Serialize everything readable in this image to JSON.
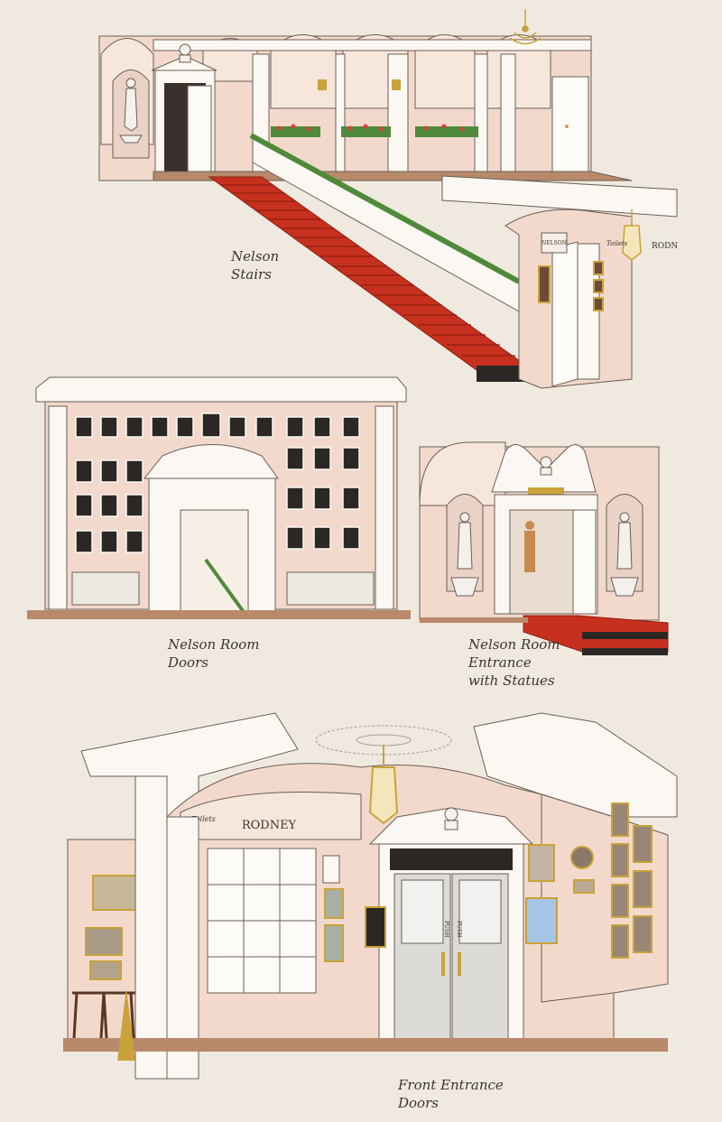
{
  "colors": {
    "background": "#efe9df",
    "wall_pink": "#f2d9cc",
    "wall_pink_dark": "#e8c3b1",
    "trim_white": "#fbf8f3",
    "line": "#6b5e55",
    "carpet_red": "#c7301e",
    "carpet_dark": "#8f1f13",
    "wood": "#8a5a3a",
    "gold": "#c9a23a",
    "greenery": "#4f8a3a",
    "flower_red": "#d4443a",
    "frame_dark": "#2b2724",
    "floor": "#b8896a"
  },
  "captions": {
    "stairs": [
      "Nelson",
      "Stairs"
    ],
    "room_doors": [
      "Nelson Room",
      "Doors"
    ],
    "entrance_statues": [
      "Nelson Room",
      "Entrance",
      "with Statues"
    ],
    "front_entrance": [
      "Front Entrance",
      "Doors"
    ]
  },
  "signs": {
    "rodney_main": "RODNEY",
    "rodney_small": "RODN",
    "toilets": "Toilets",
    "nelson_plaque": "NELSON",
    "push_left": "PUSH",
    "push_right": "PUSH"
  },
  "icons": [
    "chandelier-icon",
    "lantern-icon",
    "statue-icon",
    "bust-icon",
    "portrait-frame-icon",
    "bar-stool-icon"
  ]
}
